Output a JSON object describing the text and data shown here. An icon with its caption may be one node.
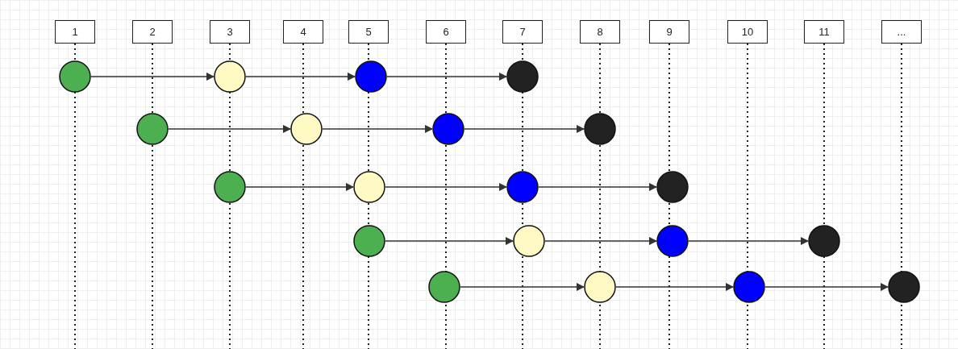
{
  "diagram": {
    "nodes": [
      {
        "text": [
          "1"
        ]
      },
      {
        "text": [
          "2"
        ]
      },
      {
        "text": [
          "3"
        ]
      },
      {
        "text": [
          "4"
        ]
      },
      {
        "text": [
          "5"
        ]
      },
      {
        "text": [
          "6"
        ]
      },
      {
        "text": [
          "7"
        ]
      },
      {
        "text": [
          "8"
        ]
      },
      {
        "text": [
          "9"
        ]
      },
      {
        "text": [
          "10"
        ]
      },
      {
        "text": [
          "11"
        ]
      },
      {
        "text": [
          "..."
        ]
      },
      {
        "text": [],
        "shape": "circle"
      },
      {
        "text": [],
        "shape": "circle"
      },
      {
        "text": [],
        "shape": "circle"
      },
      {
        "text": [],
        "shape": "circle"
      },
      {
        "text": [],
        "shape": "circle"
      },
      {
        "text": [],
        "shape": "circle"
      },
      {
        "text": [],
        "shape": "circle"
      },
      {
        "text": [],
        "shape": "circle"
      },
      {
        "text": [],
        "shape": "circle"
      },
      {
        "text": [],
        "shape": "circle"
      },
      {
        "text": [],
        "shape": "circle"
      },
      {
        "text": [],
        "shape": "circle"
      },
      {
        "text": [],
        "shape": "circle"
      },
      {
        "text": [],
        "shape": "circle"
      },
      {
        "text": [],
        "shape": "circle"
      },
      {
        "text": [],
        "shape": "circle"
      },
      {
        "text": [],
        "shape": "circle"
      },
      {
        "text": [],
        "shape": "circle"
      },
      {
        "text": [],
        "shape": "circle"
      },
      {
        "text": [],
        "shape": "circle"
      }
    ],
    "edges": [
      {
        "from": 12,
        "to": 13,
        "arrow": "to"
      },
      {
        "from": 13,
        "to": 14,
        "arrow": "to"
      },
      {
        "from": 14,
        "to": 15,
        "arrow": "to"
      },
      {
        "from": 16,
        "to": 17,
        "arrow": "to"
      },
      {
        "from": 17,
        "to": 18,
        "arrow": "to"
      },
      {
        "from": 18,
        "to": 19,
        "arrow": "to"
      },
      {
        "from": 20,
        "to": 21,
        "arrow": "to"
      },
      {
        "from": 21,
        "to": 22,
        "arrow": "to"
      },
      {
        "from": 22,
        "to": 23,
        "arrow": "to"
      },
      {
        "from": 24,
        "to": 25,
        "arrow": "to"
      },
      {
        "from": 25,
        "to": 26,
        "arrow": "to"
      },
      {
        "from": 26,
        "to": 27,
        "arrow": "to"
      },
      {
        "from": 28,
        "to": 29,
        "arrow": "to"
      },
      {
        "from": 29,
        "to": 30,
        "arrow": "to"
      },
      {
        "from": 30,
        "to": 31,
        "arrow": "to"
      }
    ]
  }
}
